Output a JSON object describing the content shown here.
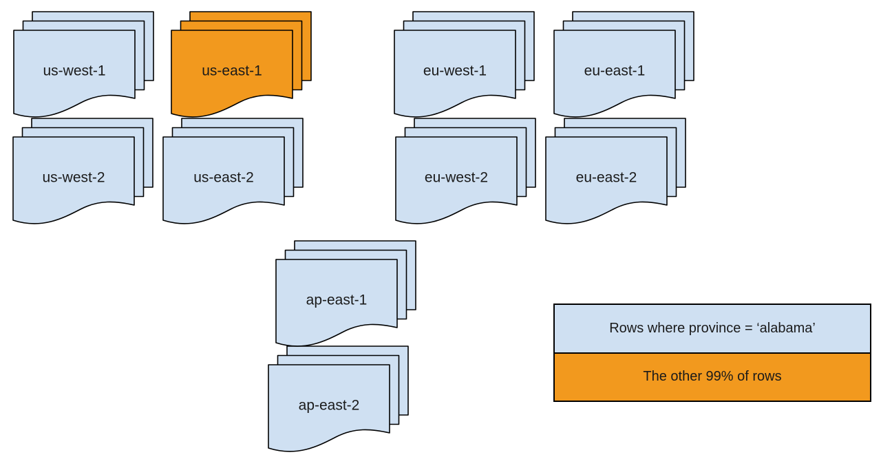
{
  "colors": {
    "page_blue": "#cfe0f2",
    "highlight_orange": "#f2991e",
    "outline": "#000000",
    "text": "#1a1a1a",
    "background": "#ffffff"
  },
  "stacks": [
    {
      "label": "us-west-1",
      "variant": "blue"
    },
    {
      "label": "us-east-1",
      "variant": "orange"
    },
    {
      "label": "eu-west-1",
      "variant": "blue"
    },
    {
      "label": "eu-east-1",
      "variant": "blue"
    },
    {
      "label": "us-west-2",
      "variant": "blue"
    },
    {
      "label": "us-east-2",
      "variant": "blue"
    },
    {
      "label": "eu-west-2",
      "variant": "blue"
    },
    {
      "label": "eu-east-2",
      "variant": "blue"
    },
    {
      "label": "ap-east-1",
      "variant": "blue"
    },
    {
      "label": "ap-east-2",
      "variant": "blue"
    }
  ],
  "legend": {
    "items": [
      {
        "label": "Rows where province = ‘alabama’",
        "variant": "blue"
      },
      {
        "label": "The other 99% of rows",
        "variant": "orange"
      }
    ]
  }
}
